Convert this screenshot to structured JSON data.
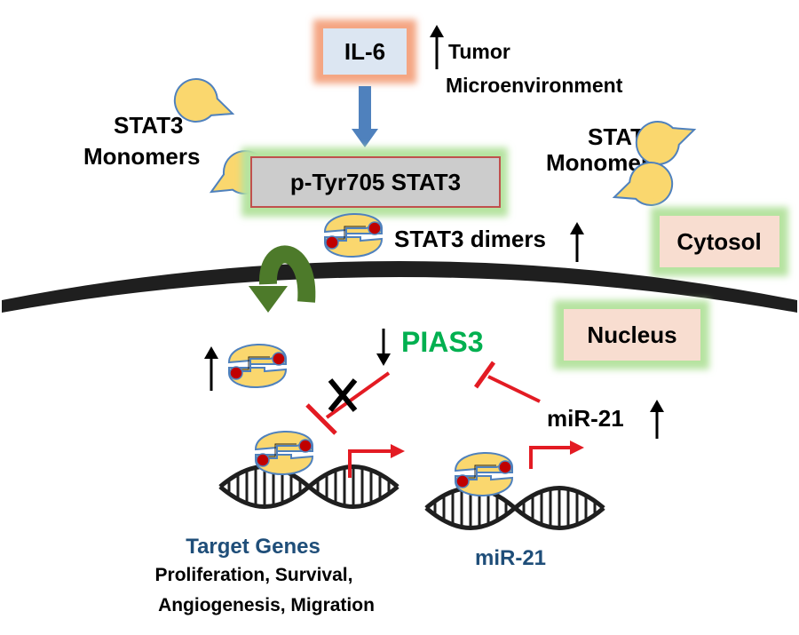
{
  "labels": {
    "il6": "IL-6",
    "tumor": "Tumor",
    "microenvironment": "Microenvironment",
    "stat3_left_1": "STAT3",
    "stat3_left_2": "Monomers",
    "stat3_right_1": "STAT3",
    "stat3_right_2": "Monomers",
    "p_tyr705": "p-Tyr705 STAT3",
    "stat3_dimers": "STAT3 dimers",
    "cytosol": "Cytosol",
    "nucleus": "Nucleus",
    "pias3": "PIAS3",
    "mir21_right": "miR-21",
    "target_genes": "Target Genes",
    "functions_1": "Proliferation, Survival,",
    "functions_2": "Angiogenesis, Migration",
    "mir21_bottom": "miR-21"
  },
  "colors": {
    "il6_box": "#dce6f2",
    "il6_glow": "#f4a582",
    "ptyr_box": "#cccccc",
    "ptyr_border": "#c0504d",
    "green_glow": "#b6e3a0",
    "compartment_box": "#f8ddd0",
    "monomer_fill": "#fad76e",
    "monomer_stroke": "#4f81bd",
    "phospho_dot": "#c00000",
    "blue_arrow": "#4f81bd",
    "green_arrow": "#4d7a2a",
    "membrane": "#1f1f1f",
    "pias3_text": "#00b050",
    "inhibit_red": "#e31b23",
    "target_genes_text": "#1f4e79",
    "text_black": "#000000"
  }
}
